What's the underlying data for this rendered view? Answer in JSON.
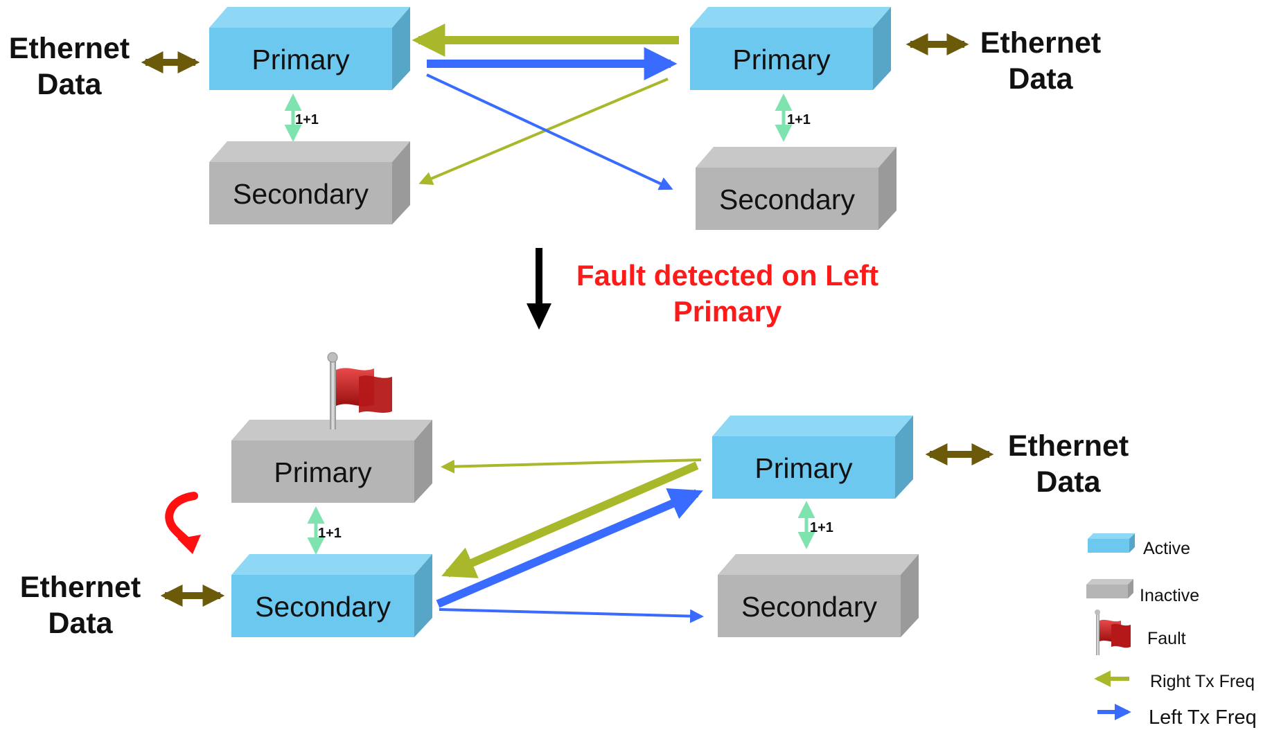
{
  "colors": {
    "active_front": "#6cc8ef",
    "active_top": "#8fd8f5",
    "active_side": "#57a6c8",
    "inactive_front": "#b5b5b5",
    "inactive_top": "#c8c8c8",
    "inactive_side": "#9a9a9a",
    "right_tx": "#a8b82a",
    "left_tx": "#3a6bff",
    "ethernet_arrow": "#6b5a0a",
    "link_arrow": "#7fe3b0",
    "fault_text": "#ff1a1a",
    "swap_arrow": "#ff1010"
  },
  "diagram": {
    "top": {
      "left_primary": {
        "label": "Primary",
        "state": "active"
      },
      "left_secondary": {
        "label": "Secondary",
        "state": "inactive"
      },
      "right_primary": {
        "label": "Primary",
        "state": "active"
      },
      "right_secondary": {
        "label": "Secondary",
        "state": "inactive"
      },
      "left_link": "1+1",
      "right_link": "1+1",
      "left_ethernet": {
        "line1": "Ethernet",
        "line2": "Data"
      },
      "right_ethernet": {
        "line1": "Ethernet",
        "line2": "Data"
      }
    },
    "transition": {
      "line1": "Fault detected on Left",
      "line2": "Primary"
    },
    "bottom": {
      "left_primary": {
        "label": "Primary",
        "state": "inactive",
        "fault": true
      },
      "left_secondary": {
        "label": "Secondary",
        "state": "active"
      },
      "right_primary": {
        "label": "Primary",
        "state": "active"
      },
      "right_secondary": {
        "label": "Secondary",
        "state": "inactive"
      },
      "left_link": "1+1",
      "right_link": "1+1",
      "left_ethernet": {
        "line1": "Ethernet",
        "line2": "Data"
      },
      "right_ethernet": {
        "line1": "Ethernet",
        "line2": "Data"
      }
    }
  },
  "legend": {
    "active": "Active",
    "inactive": "Inactive",
    "fault": "Fault",
    "right_tx": "Right Tx Freq",
    "left_tx": "Left Tx Freq"
  }
}
